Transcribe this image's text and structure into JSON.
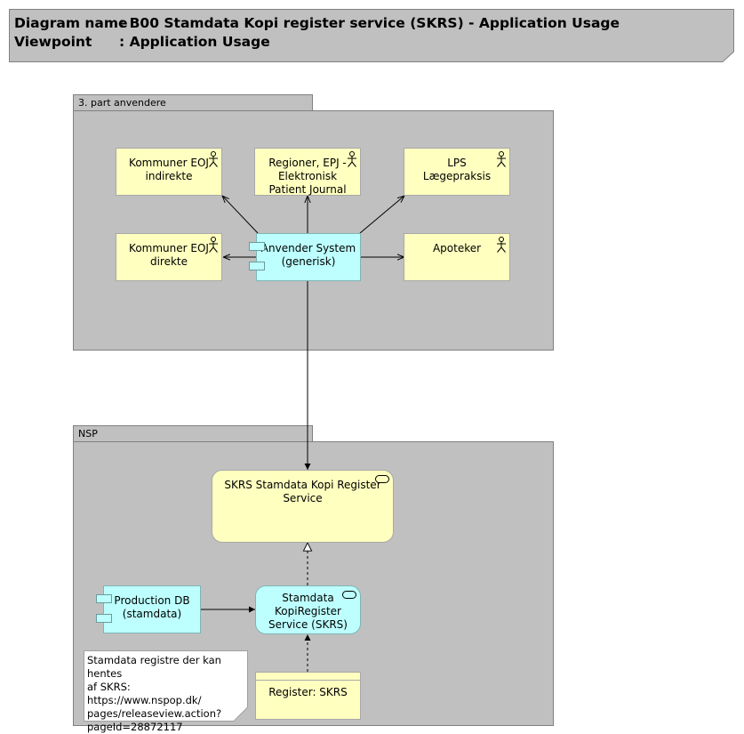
{
  "header": {
    "diagram_label": "Diagram name",
    "diagram_value": ": B00 Stamdata Kopi register service (SKRS) - Application Usage",
    "viewpoint_label": "Viewpoint",
    "viewpoint_value": ": Application Usage"
  },
  "groups": {
    "third_party": "3. part anvendere",
    "nsp": "NSP"
  },
  "actors": {
    "kommuner_indirekte": [
      "Kommuner EOJ",
      "indirekte"
    ],
    "regioner": [
      "Regioner, EPJ -",
      "Elektronisk",
      "Patient Journal"
    ],
    "lps": [
      "LPS",
      "Lægepraksis"
    ],
    "kommuner_direkte": [
      "Kommuner EOJ",
      "direkte"
    ],
    "apoteker": [
      "Apoteker"
    ]
  },
  "components": {
    "anvender": [
      "Anvender System",
      "(generisk)"
    ],
    "production_db": [
      "Production DB",
      "(stamdata)"
    ]
  },
  "services": {
    "skrs_service": [
      "SKRS Stamdata Kopi Register",
      "Service"
    ],
    "stamdata_app_service": [
      "Stamdata",
      "KopiRegister",
      "Service (SKRS)"
    ]
  },
  "data_object": {
    "register": "Register: SKRS"
  },
  "note": [
    "Stamdata registre der kan hentes",
    "af SKRS: https://www.nspop.dk/",
    "pages/releaseview.action?",
    "pageId=28872117"
  ],
  "colors": {
    "actor_fill": "#ffffc0",
    "application_fill": "#bdffff",
    "group_fill": "#c0c0c0",
    "header_fill": "#c0c0c0"
  }
}
